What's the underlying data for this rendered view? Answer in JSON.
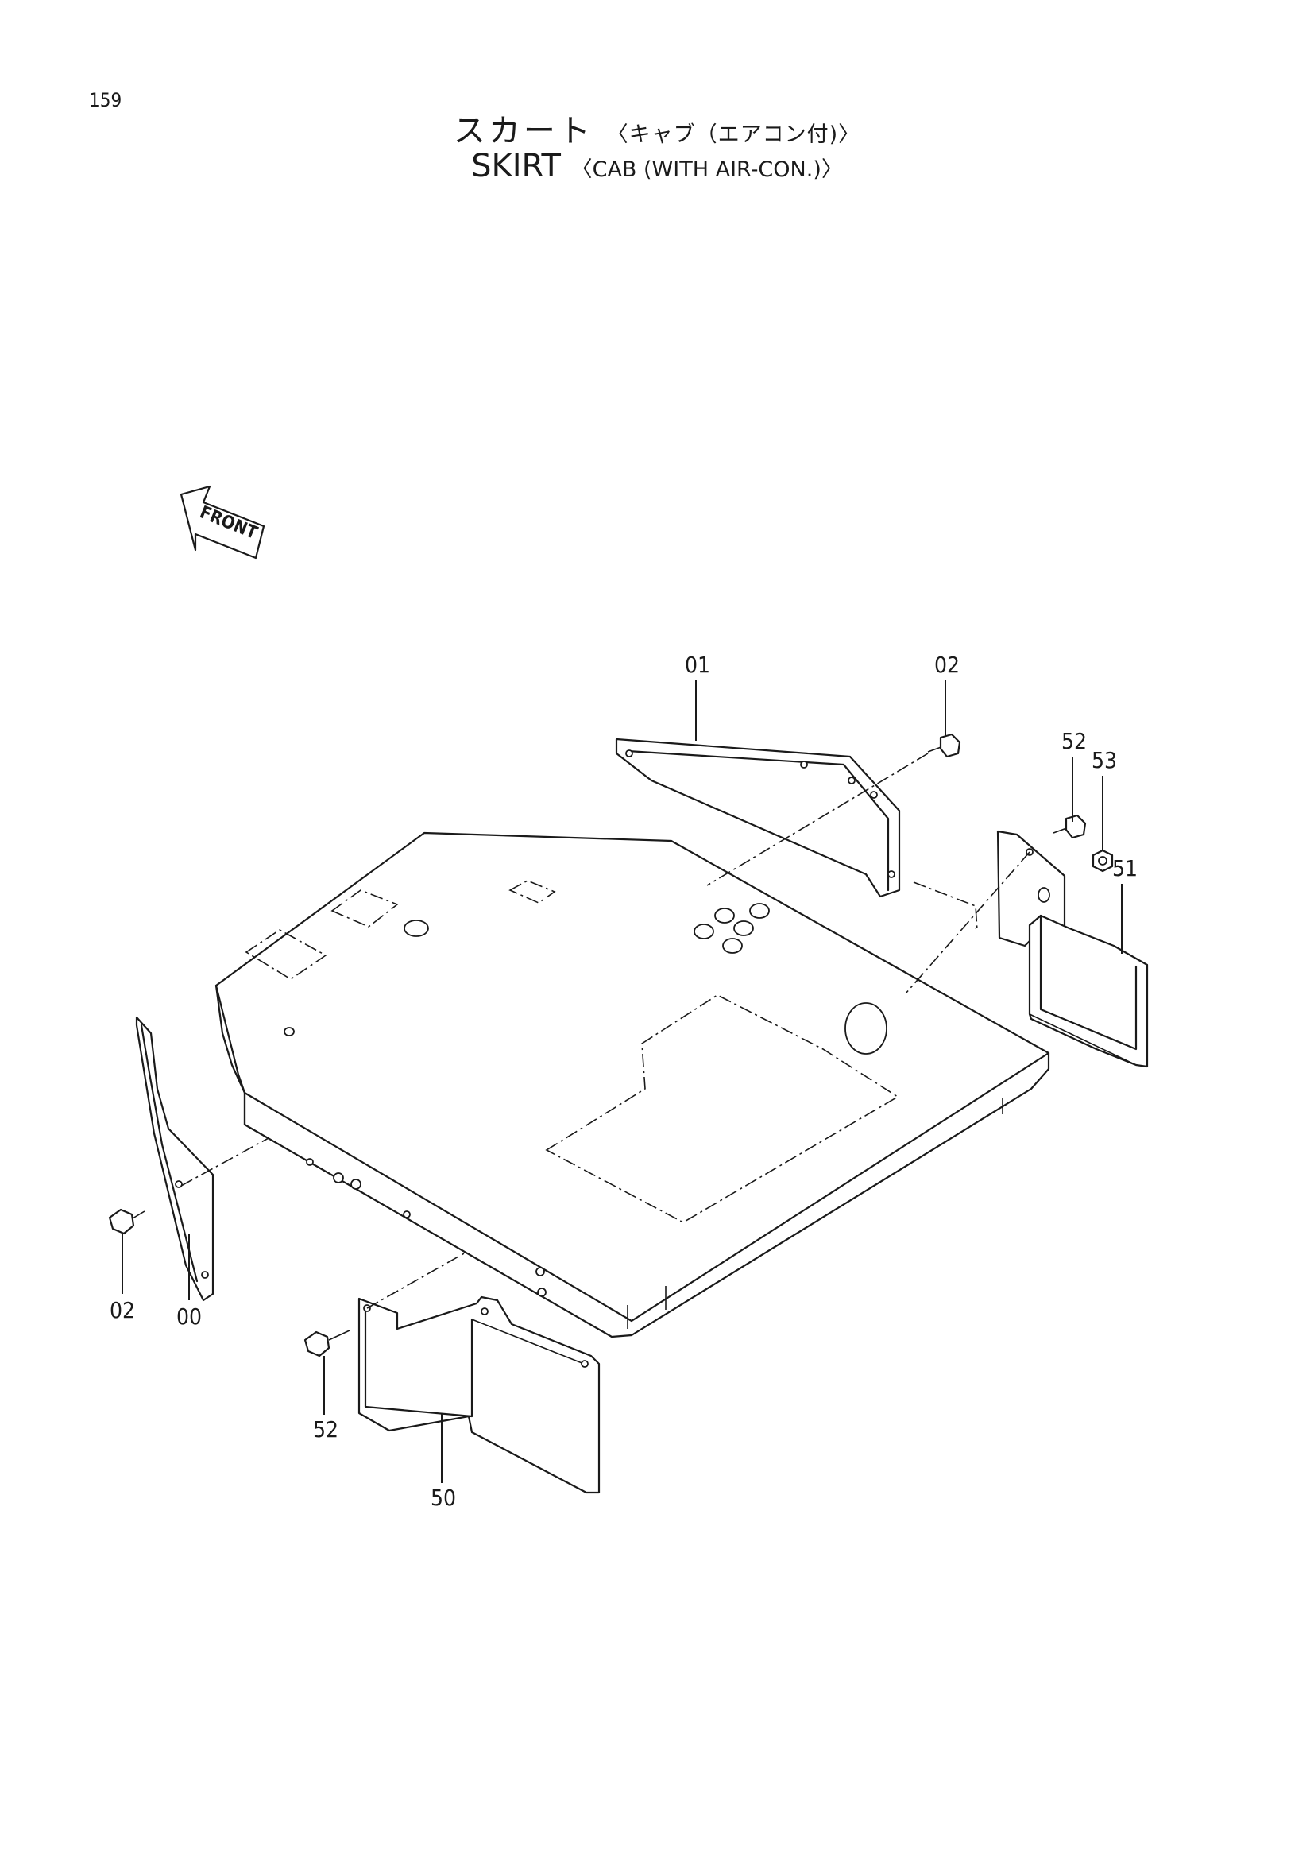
{
  "page": {
    "number": "159"
  },
  "title": {
    "japanese": "スカート",
    "japanese_sub": "〈キャブ（エアコン付)〉",
    "english": "SKIRT",
    "english_sub": "〈CAB (WITH AIR-CON.)〉"
  },
  "front_arrow": {
    "label": "FRONT"
  },
  "callouts": {
    "c01": "01",
    "c02_top": "02",
    "c52_top": "52",
    "c53": "53",
    "c51": "51",
    "c02_left": "02",
    "c00": "00",
    "c52_bottom": "52",
    "c50": "50"
  }
}
